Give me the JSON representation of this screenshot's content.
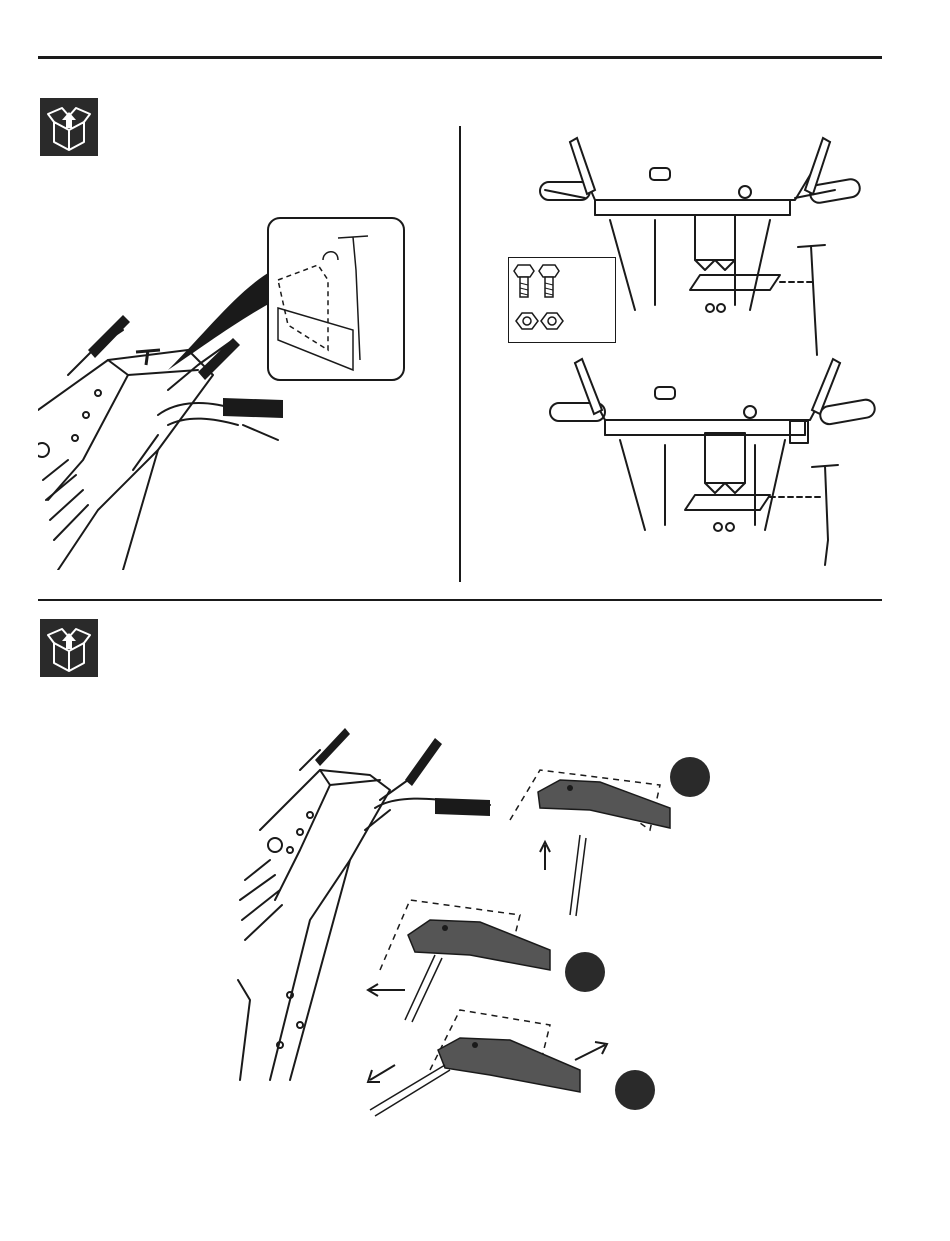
{
  "page": {
    "background": "#ffffff",
    "ink_color": "#1a1a1a",
    "icon_fill": "#2a2a2a"
  },
  "sections": [
    {
      "id": "section-1",
      "icon": "open-box-icon",
      "figures": [
        "handle-shift-rod-detail",
        "control-panel-before",
        "control-panel-after",
        "hardware-kit"
      ]
    },
    {
      "id": "section-2",
      "icon": "open-box-icon",
      "figures": [
        "handle-with-chute-rod",
        "rod-step-1",
        "rod-step-2",
        "rod-step-3"
      ]
    }
  ],
  "step_markers": [
    "step-1",
    "step-2",
    "step-3"
  ],
  "hardware_kit": {
    "items": [
      "bolt-icon",
      "bolt-icon",
      "nut-icon",
      "nut-icon"
    ]
  }
}
